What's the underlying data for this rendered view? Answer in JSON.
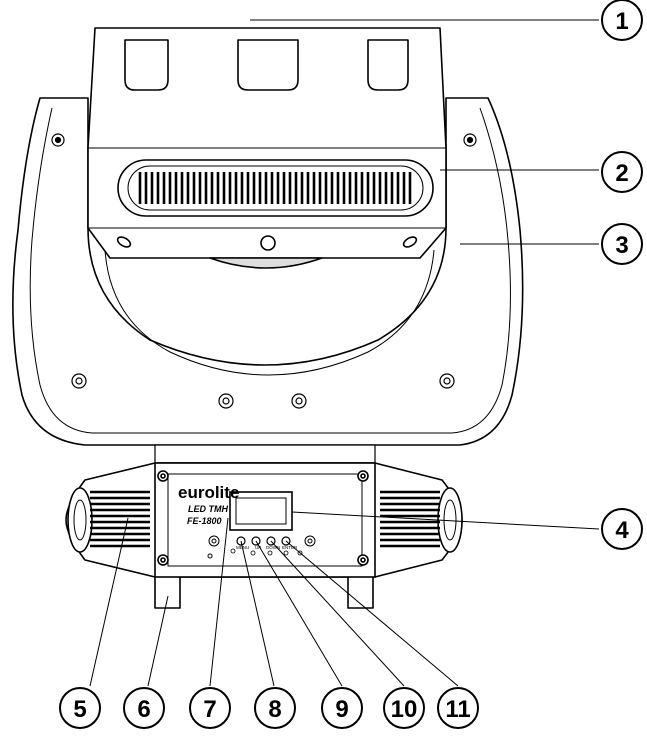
{
  "device": {
    "brand": "eurolite",
    "model_line1": "LED TMH",
    "model_line2": "FE-1800",
    "buttons": [
      "MENU",
      "UP",
      "DOWN",
      "ENTER"
    ]
  },
  "callouts": [
    "1",
    "2",
    "3",
    "4",
    "5",
    "6",
    "7",
    "8",
    "9",
    "10",
    "11"
  ]
}
